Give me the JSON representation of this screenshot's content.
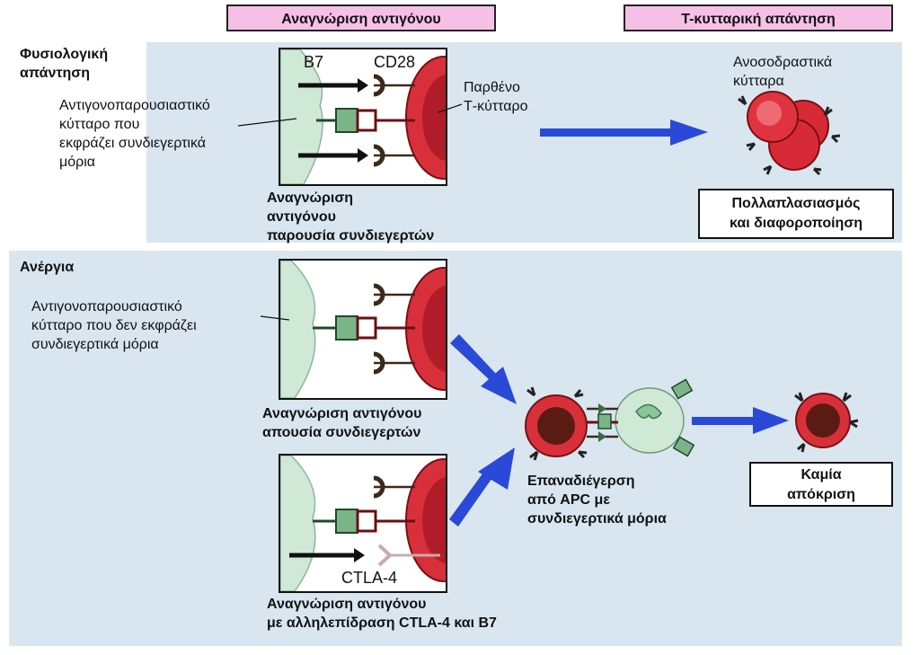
{
  "headers": {
    "recognition": "Αναγνώριση αντιγόνου",
    "response": "Τ-κυτταρική απάντηση"
  },
  "physiological": {
    "title": "Φυσιολογική\nαπάντηση",
    "apc_label": "Αντιγονοπαρουσιαστικό\nκύτταρο που\nεκφράζει συνδιεγερτικά\nμόρια",
    "b7": "B7",
    "cd28": "CD28",
    "naive_label": "Παρθένο\nΤ-κύτταρο",
    "caption": "Αναγνώριση\nαντιγόνου\nπαρουσία συνδιεγερτών",
    "effector_label": "Ανοσοδραστικά\nκύτταρα",
    "outcome": "Πολλαπλασιασμός\nκαι διαφοροποίηση"
  },
  "anergy": {
    "title": "Ανέργια",
    "apc_label": "Αντιγονοπαρουσιαστικό\nκύτταρο που δεν εκφράζει\nσυνδιεγερτικά μόρια",
    "caption_no_costim": "Αναγνώριση αντιγόνου\nαπουσία συνδιεγερτών",
    "ctla4": "CTLA-4",
    "caption_ctla4": "Αναγνώριση αντιγόνου\nμε αλληλεπίδραση CTLA-4 και B7",
    "restim_label": "Επαναδιέγερση\nαπό APC με\nσυνδιεγερτικά μόρια",
    "outcome": "Καμία\nαπόκριση"
  },
  "colors": {
    "panel_bg": "#d9e6ef",
    "header_bg": "#f6c0e6",
    "arrow": "#2a49d6",
    "apc_fill": "#cfe9d6",
    "tcell_fill": "#d8303a",
    "anergic_core": "#5a1c12"
  }
}
